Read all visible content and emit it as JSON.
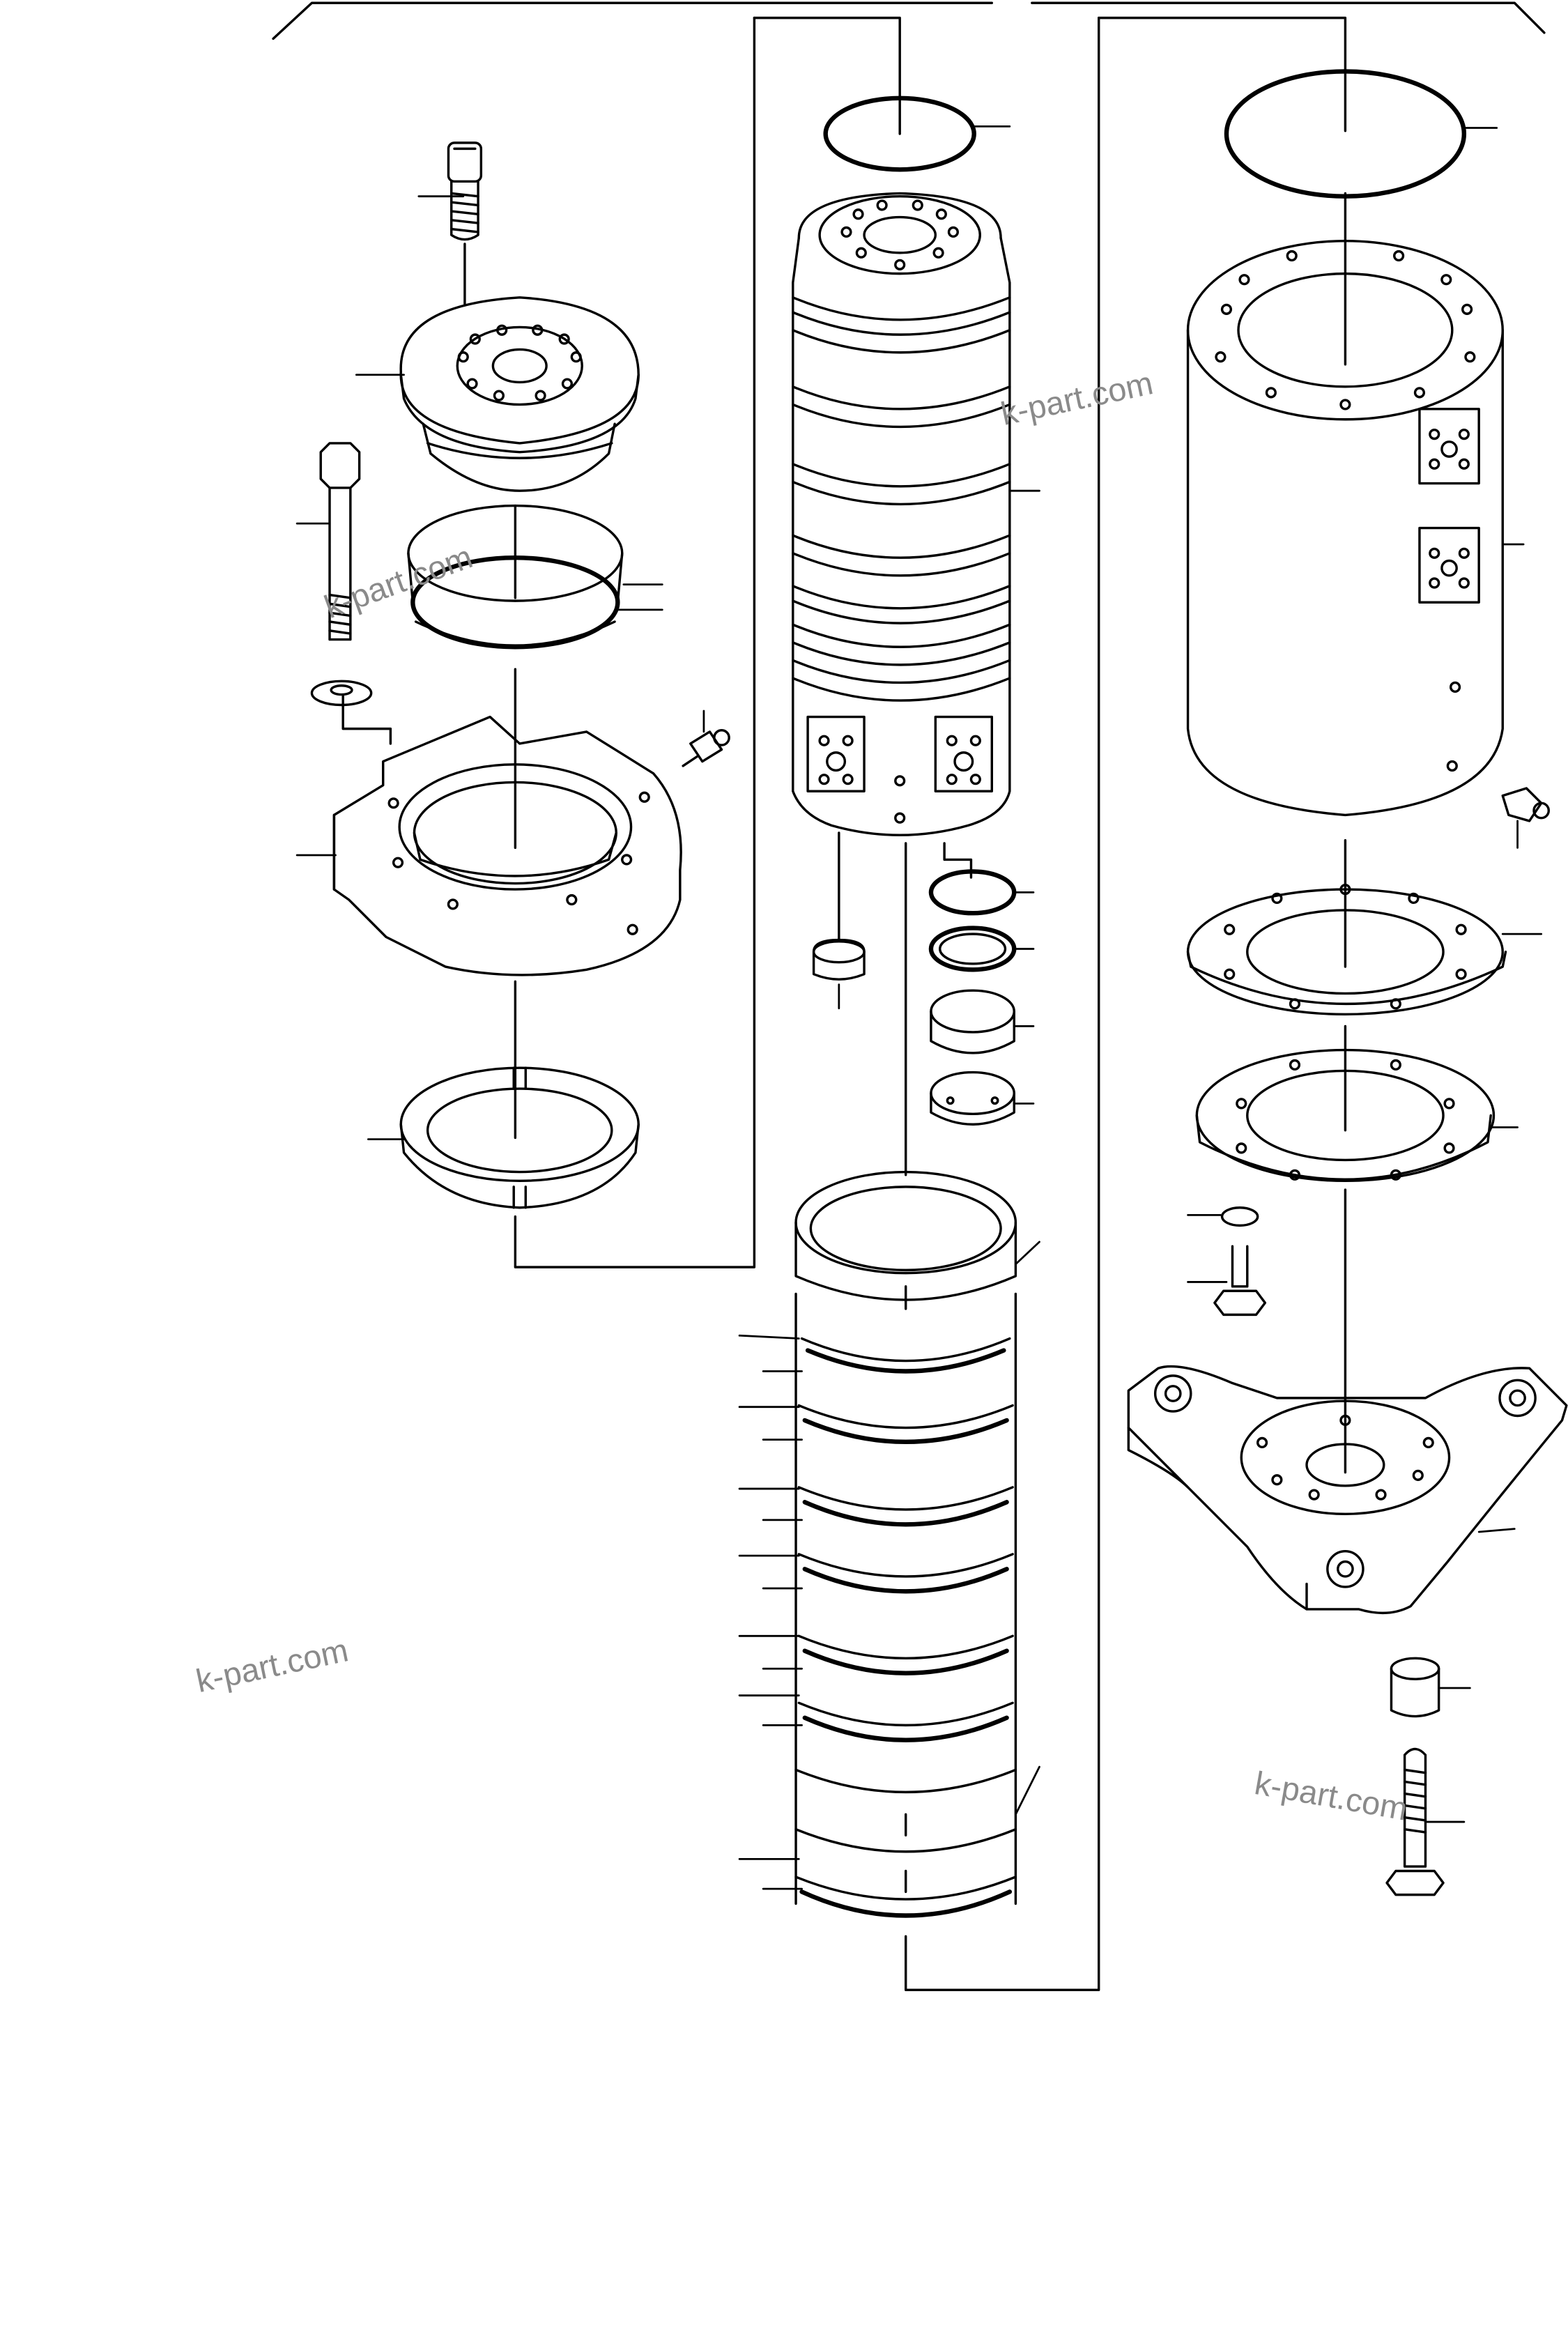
{
  "watermarks": [
    "k-part.com",
    "k-part.com",
    "k-part.com",
    "k-part.com"
  ],
  "colors": {
    "line": "#000000",
    "background": "#ffffff",
    "watermark": "#8a8a8a"
  },
  "diagram": {
    "type": "exploded-parts-view",
    "callouts_numbered": false
  }
}
